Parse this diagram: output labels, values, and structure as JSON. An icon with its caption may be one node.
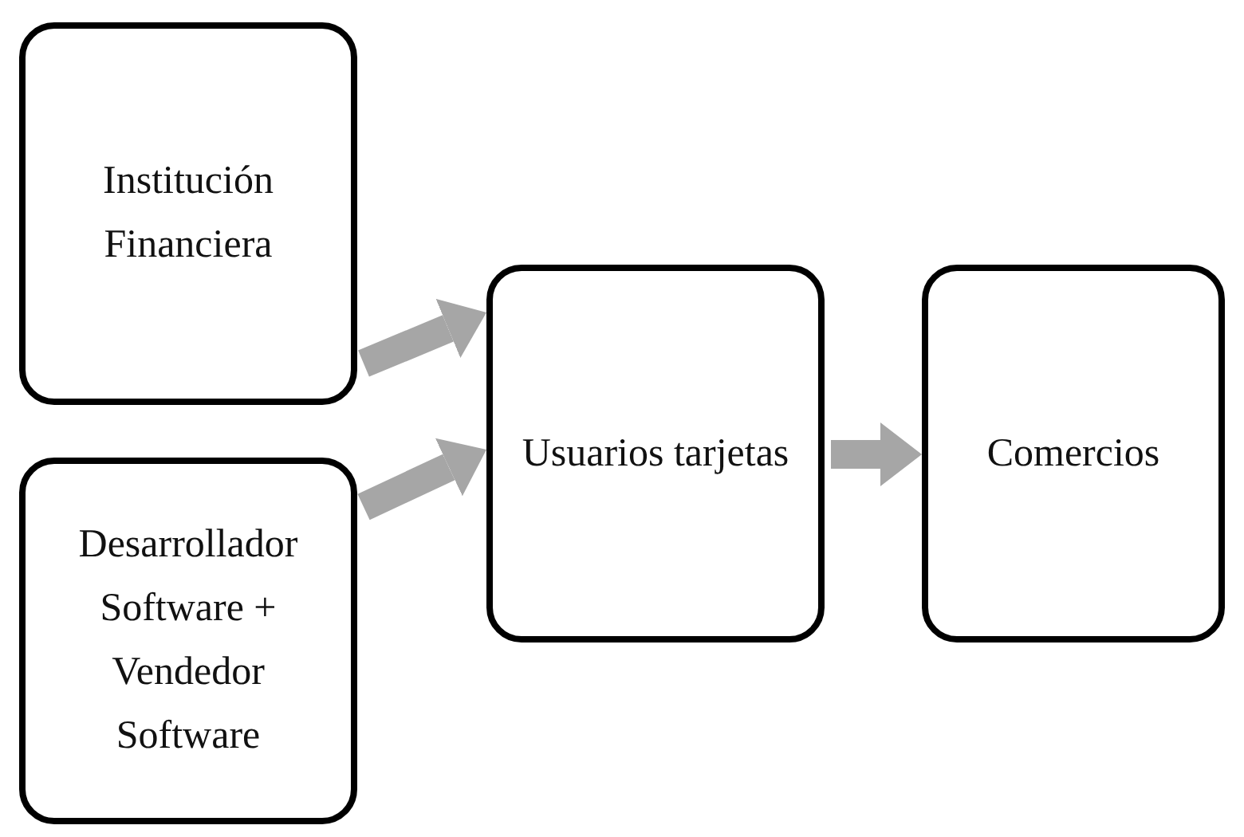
{
  "diagram": {
    "nodes": [
      {
        "text": [
          "Institución Financiera"
        ]
      },
      {
        "text": [
          "Desarrollador Software + Vendedor Software"
        ]
      },
      {
        "text": [
          "Usuarios tarjetas"
        ]
      },
      {
        "text": [
          "Comercios"
        ]
      }
    ],
    "edges": [
      {
        "from": 0,
        "to": 2,
        "arrow": "to"
      },
      {
        "from": 1,
        "to": 2,
        "arrow": "to"
      },
      {
        "from": 2,
        "to": 3,
        "arrow": "to"
      }
    ]
  }
}
